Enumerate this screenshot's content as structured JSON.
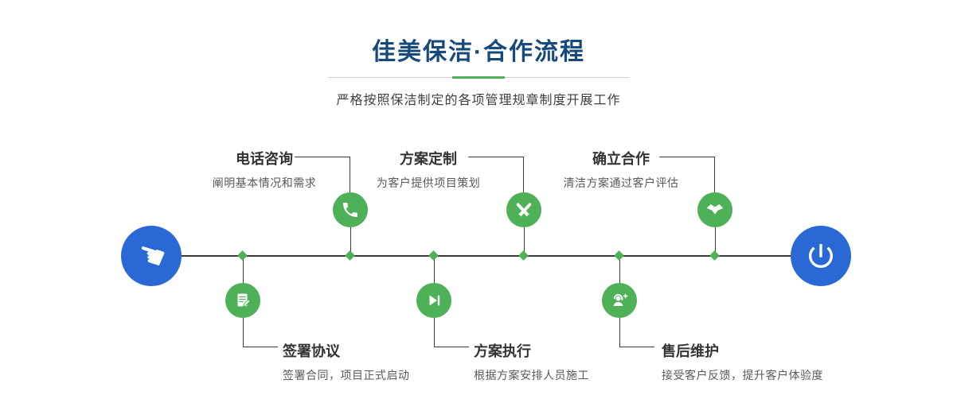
{
  "header": {
    "title": "佳美保洁·合作流程",
    "subtitle": "严格按照保洁制定的各项管理规章制度开展工作"
  },
  "colors": {
    "green": "#4eb057",
    "blue": "#2a69d5",
    "navy": "#174a7c",
    "line": "#3a3a3a"
  },
  "steps": [
    {
      "title": "电话咨询",
      "desc": "阐明基本情况和需求",
      "icon": "phone-icon",
      "position": "top"
    },
    {
      "title": "方案定制",
      "desc": "为客户提供项目策划",
      "icon": "design-pens-icon",
      "position": "top"
    },
    {
      "title": "确立合作",
      "desc": "清洁方案通过客户评估",
      "icon": "handshake-icon",
      "position": "top"
    },
    {
      "title": "签署协议",
      "desc": "签署合同，项目正式启动",
      "icon": "contract-icon",
      "position": "bottom"
    },
    {
      "title": "方案执行",
      "desc": "根据方案安排人员施工",
      "icon": "play-icon",
      "position": "bottom"
    },
    {
      "title": "售后维护",
      "desc": "接受客户反馈，提升客户体验度",
      "icon": "support-agent-icon",
      "position": "bottom"
    }
  ],
  "endpoints": {
    "start_icon": "hand-pointer-icon",
    "end_icon": "power-icon"
  }
}
